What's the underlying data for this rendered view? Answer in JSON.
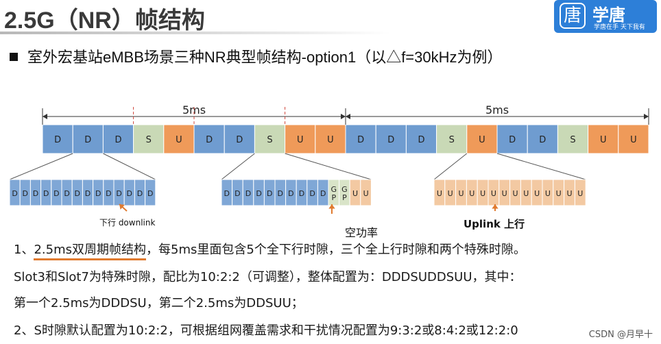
{
  "header": {
    "title": "2.5G（NR）帧结构",
    "logo_char": "唐",
    "logo_text": "学唐",
    "logo_sub": "学唐在手 天下我有"
  },
  "heading": "室外宏基站eMBB场景三种NR典型帧结构-option1（以△f=30kHz为例）",
  "diagram": {
    "period_labels": [
      "5ms",
      "5ms"
    ],
    "slots": [
      "D",
      "D",
      "D",
      "S",
      "U",
      "D",
      "D",
      "S",
      "U",
      "U",
      "D",
      "D",
      "D",
      "S",
      "U",
      "D",
      "D",
      "S",
      "U",
      "U"
    ],
    "expand_downlink": [
      "D",
      "D",
      "D",
      "D",
      "D",
      "D",
      "D",
      "D",
      "D",
      "D",
      "D",
      "D",
      "D",
      "D"
    ],
    "expand_special": [
      "D",
      "D",
      "D",
      "D",
      "D",
      "D",
      "D",
      "D",
      "D",
      "D",
      "G\nP",
      "G\nP",
      "U",
      "U"
    ],
    "expand_uplink": [
      "U",
      "U",
      "U",
      "U",
      "U",
      "U",
      "U",
      "U",
      "U",
      "U",
      "U",
      "U",
      "U",
      "U"
    ],
    "colors": {
      "D": "#6f9cd0",
      "S": "#c9d9b6",
      "U": "#ef9a59",
      "D_small": "#7fa7d6",
      "GP_small": "#d9e4c8",
      "U_small": "#f3c9a2",
      "arrow": "#e07a2e"
    }
  },
  "labels": {
    "downlink": "下行 downlink",
    "gp": "空功率",
    "uplink": "Uplink 上行"
  },
  "body": {
    "line1_prefix": "1、",
    "line1_underlined": "2.5ms双周期帧结构",
    "line1_rest": "，每5ms里面包含5个全下行时隙，三个全上行时隙和两个特殊时隙。",
    "line2": "Slot3和Slot7为特殊时隙，配比为10:2:2（可调整），整体配置为：DDDSUDDSUU，其中：",
    "line3": "第一个2.5ms为DDDSU，第二个2.5ms为DDSUU；",
    "line4": "2、S时隙默认配置为10:2:2，可根据组网覆盖需求和干扰情况配置为9:3:2或8:4:2或12:2:0"
  },
  "watermark": "CSDN @月早十"
}
